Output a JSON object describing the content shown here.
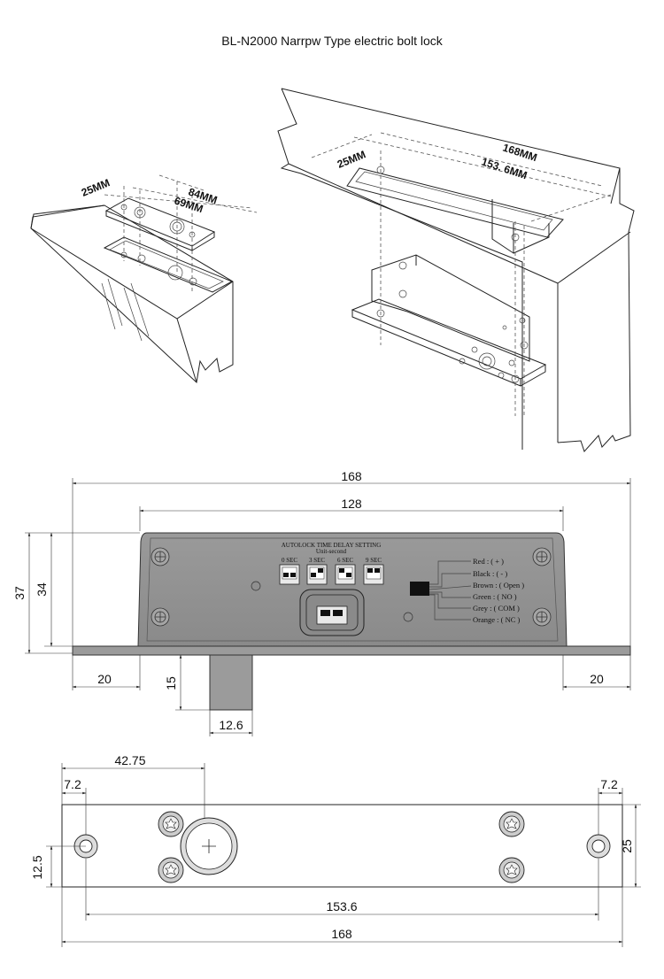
{
  "title": "BL-N2000 Narrpw Type electric bolt lock",
  "iso_left": {
    "d1": "25MM",
    "d2": "84MM",
    "d3": "69MM"
  },
  "iso_right": {
    "d1": "25MM",
    "d2": "168MM",
    "d3": "153. 6MM"
  },
  "front": {
    "overall_width": "168",
    "body_width": "128",
    "height_total": "37",
    "height_body": "34",
    "flange_left": "20",
    "flange_right": "20",
    "bolt_length": "15",
    "bolt_width": "12.6",
    "panel_title": "AUTOLOCK TIME DELAY SETTING",
    "panel_subtitle": "Unit-second",
    "switches": [
      {
        "label": "0 SEC"
      },
      {
        "label": "3 SEC"
      },
      {
        "label": "6 SEC"
      },
      {
        "label": "9 SEC"
      }
    ],
    "wires": [
      {
        "label": "Red : ( + )"
      },
      {
        "label": "Black : ( - )"
      },
      {
        "label": "Brown : ( Open )"
      },
      {
        "label": "Green : ( NO )"
      },
      {
        "label": "Grey : ( COM )"
      },
      {
        "label": "Orange : ( NC )"
      }
    ]
  },
  "bottom": {
    "hole_offset": "42.75",
    "edge_left": "7.2",
    "edge_right": "7.2",
    "half_height": "12.5",
    "height": "25",
    "hole_span": "153.6",
    "overall": "168"
  }
}
